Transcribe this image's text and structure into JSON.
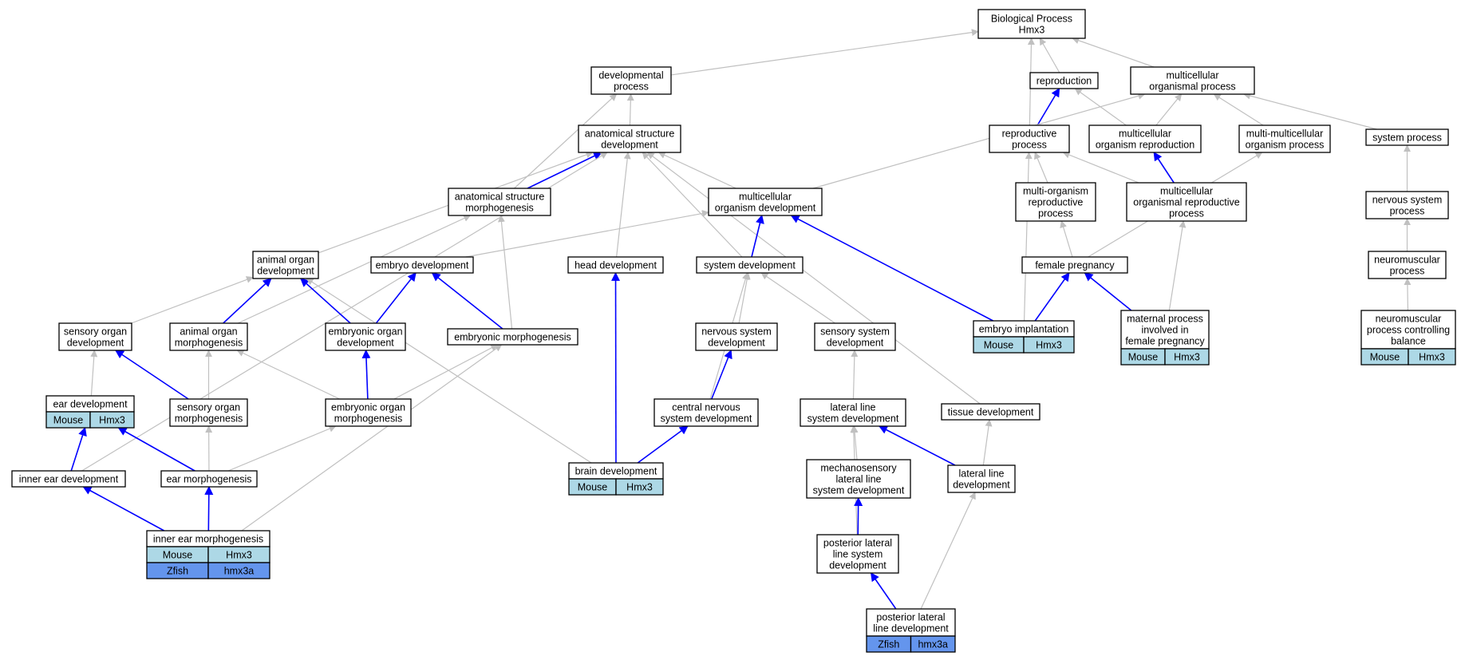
{
  "nodes": [
    {
      "id": "bp",
      "lines": [
        "Biological Process",
        "Hmx3"
      ]
    },
    {
      "id": "devproc",
      "lines": [
        "developmental",
        "process"
      ]
    },
    {
      "id": "repro",
      "lines": [
        "reproduction"
      ]
    },
    {
      "id": "mop",
      "lines": [
        "multicellular",
        "organismal process"
      ]
    },
    {
      "id": "asd",
      "lines": [
        "anatomical structure",
        "development"
      ]
    },
    {
      "id": "reproproc",
      "lines": [
        "reproductive",
        "process"
      ]
    },
    {
      "id": "mor",
      "lines": [
        "multicellular",
        "organism reproduction"
      ]
    },
    {
      "id": "mmop",
      "lines": [
        "multi-multicellular",
        "organism process"
      ]
    },
    {
      "id": "sysproc",
      "lines": [
        "system process"
      ]
    },
    {
      "id": "asm",
      "lines": [
        "anatomical structure",
        "morphogenesis"
      ]
    },
    {
      "id": "mod",
      "lines": [
        "multicellular",
        "organism development"
      ]
    },
    {
      "id": "morp",
      "lines": [
        "multi-organism",
        "reproductive",
        "process"
      ]
    },
    {
      "id": "mrp",
      "lines": [
        "multicellular",
        "organismal reproductive",
        "process"
      ]
    },
    {
      "id": "nsp",
      "lines": [
        "nervous system",
        "process"
      ]
    },
    {
      "id": "aod",
      "lines": [
        "animal organ",
        "development"
      ]
    },
    {
      "id": "embdev",
      "lines": [
        "embryo development"
      ]
    },
    {
      "id": "headdev",
      "lines": [
        "head development"
      ]
    },
    {
      "id": "sysdev",
      "lines": [
        "system development"
      ]
    },
    {
      "id": "fempreg",
      "lines": [
        "female pregnancy"
      ]
    },
    {
      "id": "nmp",
      "lines": [
        "neuromuscular",
        "process"
      ]
    },
    {
      "id": "sod",
      "lines": [
        "sensory organ",
        "development"
      ]
    },
    {
      "id": "aom",
      "lines": [
        "animal organ",
        "morphogenesis"
      ]
    },
    {
      "id": "eod",
      "lines": [
        "embryonic organ",
        "development"
      ]
    },
    {
      "id": "embmorph",
      "lines": [
        "embryonic morphogenesis"
      ]
    },
    {
      "id": "nsd",
      "lines": [
        "nervous system",
        "development"
      ]
    },
    {
      "id": "ssd",
      "lines": [
        "sensory system",
        "development"
      ]
    },
    {
      "id": "embimp",
      "lines": [
        "embryo implantation"
      ],
      "rows": [
        [
          "Mouse",
          "Hmx3"
        ]
      ]
    },
    {
      "id": "matproc",
      "lines": [
        "maternal process",
        "involved in",
        "female pregnancy"
      ],
      "rows": [
        [
          "Mouse",
          "Hmx3"
        ]
      ]
    },
    {
      "id": "nmpcb",
      "lines": [
        "neuromuscular",
        "process controlling",
        "balance"
      ],
      "rows": [
        [
          "Mouse",
          "Hmx3"
        ]
      ]
    },
    {
      "id": "eardev",
      "lines": [
        "ear development"
      ],
      "rows": [
        [
          "Mouse",
          "Hmx3"
        ]
      ]
    },
    {
      "id": "som",
      "lines": [
        "sensory organ",
        "morphogenesis"
      ]
    },
    {
      "id": "eom",
      "lines": [
        "embryonic organ",
        "morphogenesis"
      ]
    },
    {
      "id": "cnsd",
      "lines": [
        "central nervous",
        "system development"
      ]
    },
    {
      "id": "llsd",
      "lines": [
        "lateral line",
        "system development"
      ]
    },
    {
      "id": "tissuedev",
      "lines": [
        "tissue development"
      ]
    },
    {
      "id": "ied",
      "lines": [
        "inner ear development"
      ]
    },
    {
      "id": "earmorph",
      "lines": [
        "ear morphogenesis"
      ]
    },
    {
      "id": "braindev",
      "lines": [
        "brain development"
      ],
      "rows": [
        [
          "Mouse",
          "Hmx3"
        ]
      ]
    },
    {
      "id": "mllsd",
      "lines": [
        "mechanosensory",
        "lateral line",
        "system development"
      ]
    },
    {
      "id": "lld",
      "lines": [
        "lateral line",
        "development"
      ]
    },
    {
      "id": "iem",
      "lines": [
        "inner ear morphogenesis"
      ],
      "rows": [
        [
          "Mouse",
          "Hmx3"
        ],
        [
          "Zfish",
          "hmx3a"
        ]
      ]
    },
    {
      "id": "pllsd",
      "lines": [
        "posterior lateral",
        "line system",
        "development"
      ]
    },
    {
      "id": "plld",
      "lines": [
        "posterior lateral",
        "line development"
      ],
      "rows": [
        [
          "Zfish",
          "hmx3a"
        ]
      ]
    }
  ],
  "edges": [
    {
      "from": "devproc",
      "to": "bp",
      "color": "gray"
    },
    {
      "from": "repro",
      "to": "bp",
      "color": "gray"
    },
    {
      "from": "mop",
      "to": "bp",
      "color": "gray"
    },
    {
      "from": "reproproc",
      "to": "bp",
      "color": "gray"
    },
    {
      "from": "asd",
      "to": "devproc",
      "color": "gray"
    },
    {
      "from": "reproproc",
      "to": "repro",
      "color": "blue"
    },
    {
      "from": "mor",
      "to": "repro",
      "color": "gray"
    },
    {
      "from": "mor",
      "to": "mop",
      "color": "gray"
    },
    {
      "from": "mmop",
      "to": "mop",
      "color": "gray"
    },
    {
      "from": "sysproc",
      "to": "mop",
      "color": "gray"
    },
    {
      "from": "mod",
      "to": "mop",
      "color": "gray"
    },
    {
      "from": "asm",
      "to": "asd",
      "color": "blue"
    },
    {
      "from": "asm",
      "to": "devproc",
      "color": "gray"
    },
    {
      "from": "mod",
      "to": "asd",
      "color": "gray"
    },
    {
      "from": "headdev",
      "to": "asd",
      "color": "gray"
    },
    {
      "from": "sysdev",
      "to": "asd",
      "color": "gray"
    },
    {
      "from": "aod",
      "to": "asd",
      "color": "gray"
    },
    {
      "from": "tissuedev",
      "to": "asd",
      "color": "gray"
    },
    {
      "from": "ied",
      "to": "asd",
      "color": "gray"
    },
    {
      "from": "morp",
      "to": "reproproc",
      "color": "gray"
    },
    {
      "from": "mrp",
      "to": "reproproc",
      "color": "gray"
    },
    {
      "from": "mrp",
      "to": "mor",
      "color": "blue"
    },
    {
      "from": "embimp",
      "to": "reproproc",
      "color": "gray"
    },
    {
      "from": "fempreg",
      "to": "mmop",
      "color": "gray"
    },
    {
      "from": "nsp",
      "to": "sysproc",
      "color": "gray"
    },
    {
      "from": "sysdev",
      "to": "mod",
      "color": "blue"
    },
    {
      "from": "embimp",
      "to": "mod",
      "color": "blue"
    },
    {
      "from": "embdev",
      "to": "mod",
      "color": "gray"
    },
    {
      "from": "fempreg",
      "to": "morp",
      "color": "gray"
    },
    {
      "from": "matproc",
      "to": "mrp",
      "color": "gray"
    },
    {
      "from": "nmp",
      "to": "nsp",
      "color": "gray"
    },
    {
      "from": "embmorph",
      "to": "asm",
      "color": "gray"
    },
    {
      "from": "aom",
      "to": "asm",
      "color": "gray"
    },
    {
      "from": "eod",
      "to": "aod",
      "color": "blue"
    },
    {
      "from": "sod",
      "to": "aod",
      "color": "gray"
    },
    {
      "from": "aom",
      "to": "aod",
      "color": "blue"
    },
    {
      "from": "braindev",
      "to": "aod",
      "color": "gray"
    },
    {
      "from": "eod",
      "to": "embdev",
      "color": "blue"
    },
    {
      "from": "embmorph",
      "to": "embdev",
      "color": "blue"
    },
    {
      "from": "braindev",
      "to": "headdev",
      "color": "blue"
    },
    {
      "from": "nsd",
      "to": "sysdev",
      "color": "gray"
    },
    {
      "from": "ssd",
      "to": "sysdev",
      "color": "gray"
    },
    {
      "from": "cnsd",
      "to": "sysdev",
      "color": "gray"
    },
    {
      "from": "embimp",
      "to": "fempreg",
      "color": "blue"
    },
    {
      "from": "matproc",
      "to": "fempreg",
      "color": "blue"
    },
    {
      "from": "nmpcb",
      "to": "nmp",
      "color": "gray"
    },
    {
      "from": "eardev",
      "to": "sod",
      "color": "gray"
    },
    {
      "from": "som",
      "to": "sod",
      "color": "blue"
    },
    {
      "from": "som",
      "to": "aom",
      "color": "gray"
    },
    {
      "from": "eom",
      "to": "aom",
      "color": "gray"
    },
    {
      "from": "eom",
      "to": "eod",
      "color": "blue"
    },
    {
      "from": "eom",
      "to": "embmorph",
      "color": "gray"
    },
    {
      "from": "iem",
      "to": "embmorph",
      "color": "gray"
    },
    {
      "from": "cnsd",
      "to": "nsd",
      "color": "blue"
    },
    {
      "from": "llsd",
      "to": "ssd",
      "color": "gray"
    },
    {
      "from": "ied",
      "to": "eardev",
      "color": "blue"
    },
    {
      "from": "earmorph",
      "to": "eardev",
      "color": "blue"
    },
    {
      "from": "earmorph",
      "to": "som",
      "color": "gray"
    },
    {
      "from": "earmorph",
      "to": "eom",
      "color": "gray"
    },
    {
      "from": "braindev",
      "to": "cnsd",
      "color": "blue"
    },
    {
      "from": "mllsd",
      "to": "llsd",
      "color": "gray"
    },
    {
      "from": "lld",
      "to": "llsd",
      "color": "blue"
    },
    {
      "from": "pllsd",
      "to": "llsd",
      "color": "gray"
    },
    {
      "from": "lld",
      "to": "tissuedev",
      "color": "gray"
    },
    {
      "from": "iem",
      "to": "ied",
      "color": "blue"
    },
    {
      "from": "iem",
      "to": "earmorph",
      "color": "blue"
    },
    {
      "from": "pllsd",
      "to": "mllsd",
      "color": "blue"
    },
    {
      "from": "plld",
      "to": "pllsd",
      "color": "blue"
    },
    {
      "from": "plld",
      "to": "lld",
      "color": "gray"
    }
  ],
  "colors": {
    "edge_gray": "#c0c0c0",
    "edge_blue": "#0000ff",
    "mouse_cell": "#add8e6",
    "zfish_cell": "#6495ed"
  }
}
